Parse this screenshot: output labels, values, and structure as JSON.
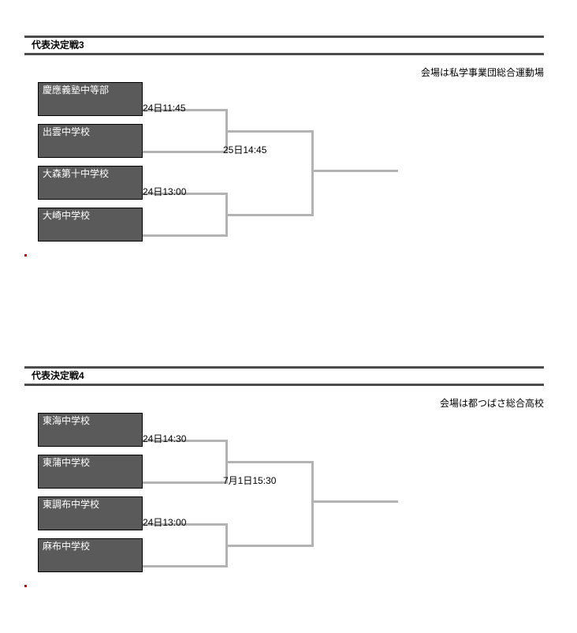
{
  "page": {
    "colors": {
      "rule": "#4c4c4c",
      "team_box_fill": "#5a5a5a",
      "team_box_text": "#ffffff",
      "bracket_line": "#b3b3b3",
      "marker": "#cc0000",
      "background": "#ffffff"
    }
  },
  "sections": [
    {
      "title": "代表決定戦3",
      "venue": "会場は私学事業団総合運動場",
      "teams": [
        {
          "name": "慶應義塾中等部"
        },
        {
          "name": "出雲中学校"
        },
        {
          "name": "大森第十中学校"
        },
        {
          "name": "大崎中学校"
        }
      ],
      "matches": {
        "semifinal_upper": "24日11:45",
        "semifinal_lower": "24日13:00",
        "final": "25日14:45"
      }
    },
    {
      "title": "代表決定戦4",
      "venue": "会場は都つばさ総合高校",
      "teams": [
        {
          "name": "東海中学校"
        },
        {
          "name": "東蒲中学校"
        },
        {
          "name": "東調布中学校"
        },
        {
          "name": "麻布中学校"
        }
      ],
      "matches": {
        "semifinal_upper": "24日14:30",
        "semifinal_lower": "24日13:00",
        "final": "7月1日15:30"
      }
    }
  ]
}
